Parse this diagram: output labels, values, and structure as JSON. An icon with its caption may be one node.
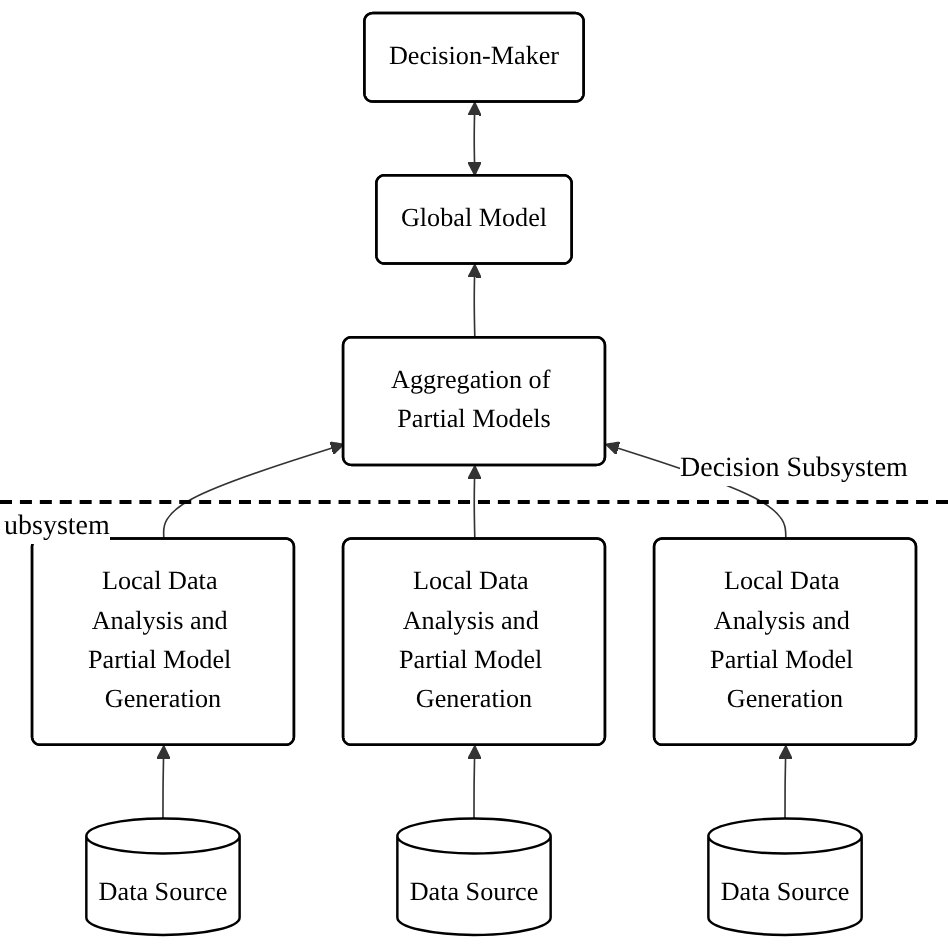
{
  "diagram": {
    "nodes": [
      {
        "text": [
          "Global Model"
        ]
      },
      {
        "text": [
          "Decision-Maker"
        ]
      },
      {
        "text": [
          "Aggregation of Partial Models"
        ]
      },
      {
        "text": [
          "Local Data Analysis and Partial Model Generation"
        ]
      },
      {
        "text": [
          "Local Data Analysis and Partial Model Generation"
        ]
      },
      {
        "text": [
          "Local Data Analysis and Partial Model Generation"
        ]
      },
      {
        "text": [
          "Data Source"
        ]
      },
      {
        "text": [
          "Data Source"
        ]
      },
      {
        "text": [
          "Data Source"
        ]
      }
    ],
    "edges": [
      {
        "from": 0,
        "to": 1,
        "arrow": "both"
      },
      {
        "from": 2,
        "to": 0,
        "arrow": "to"
      },
      {
        "from": 3,
        "to": 2,
        "arrow": "to"
      },
      {
        "from": 4,
        "to": 2,
        "arrow": "to"
      },
      {
        "from": 5,
        "to": 2,
        "arrow": "to"
      },
      {
        "from": 6,
        "to": 3,
        "arrow": "to"
      },
      {
        "from": 7,
        "to": 4,
        "arrow": "to"
      },
      {
        "from": 8,
        "to": 5,
        "arrow": "to"
      }
    ],
    "labels": [
      "Decision Subsystem",
      "ubsystem"
    ]
  }
}
